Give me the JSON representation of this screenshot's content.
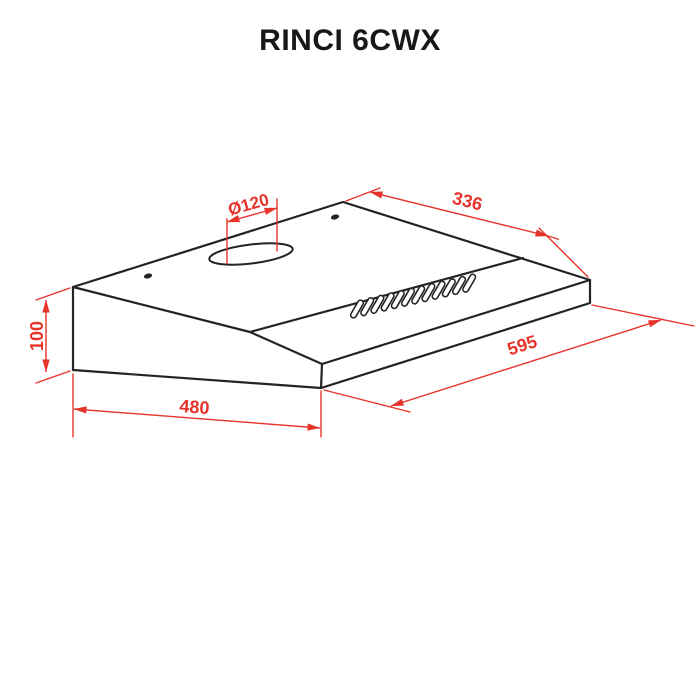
{
  "title": "RINCI 6CWX",
  "colors": {
    "outline": "#242424",
    "dimension_red": "#e6342b",
    "background": "#ffffff",
    "title_text": "#181818"
  },
  "drawing": {
    "vent_slot_count": 12,
    "mounting_hole_count": 2
  },
  "dimensions": {
    "duct_diameter": "Ø120",
    "top_depth": "336",
    "body_height": "100",
    "bottom_depth": "480",
    "front_width": "595"
  }
}
